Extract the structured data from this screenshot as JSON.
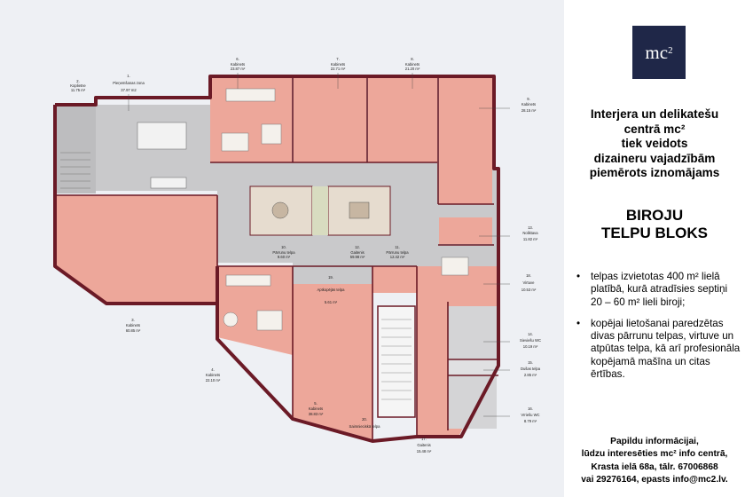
{
  "logo": {
    "text": "mc",
    "sup": "2"
  },
  "tagline": [
    "Interjera un delikatešu",
    "centrā mc²",
    "tiek veidots",
    "dizaineru vajadzībām",
    "piemērots iznomājams"
  ],
  "heading": [
    "BIROJU",
    "TELPU BLOKS"
  ],
  "bullets": [
    "telpas izvietotas 400 m² lielā platībā, kurā atradīsies septiņi 20 – 60 m² lieli biroji;",
    "kopējai lietošanai paredzētas divas pārrunu telpas, virtuve un atpūtas telpa, kā arī profesionāla kopējamā mašīna un citas ērtības."
  ],
  "footer": [
    "Papildu informācijai,",
    "lūdzu interesēties mc² info centrā,",
    "Krasta ielā 68a, tālr. 67006868",
    "vai 29276164, epasts info@mc2.lv."
  ],
  "rooms": [
    {
      "no": "1.",
      "name": "Pieņemšanas zona",
      "area": "37.97 m2"
    },
    {
      "no": "2.",
      "name": "Koplietne",
      "area": "11.75 m²"
    },
    {
      "no": "3.",
      "name": "Kabinets",
      "area": "60.85 m²"
    },
    {
      "no": "4.",
      "name": "Kabinets",
      "area": "22.10 m²"
    },
    {
      "no": "5.",
      "name": "Kabinets",
      "area": "38.83 m²"
    },
    {
      "no": "6.",
      "name": "Kabinets",
      "area": "23.87 m²"
    },
    {
      "no": "7.",
      "name": "Kabinets",
      "area": "22.71 m²"
    },
    {
      "no": "8.",
      "name": "Kabinets",
      "area": "21.20 m²"
    },
    {
      "no": "9.",
      "name": "Kabinets",
      "area": "28.15 m²"
    },
    {
      "no": "10.",
      "name": "Pārrunu telpa",
      "area": "9.60 m²"
    },
    {
      "no": "11.",
      "name": "Pārrunu telpa",
      "area": "12.42 m²"
    },
    {
      "no": "12.",
      "name": "Gaitenis",
      "area": "59.98 m²"
    },
    {
      "no": "13.",
      "name": "Noliktava",
      "area": "11.82 m²"
    },
    {
      "no": "14.",
      "name": "Sieviešu WC",
      "area": "10.19 m²"
    },
    {
      "no": "15.",
      "name": "Dušas telpa",
      "area": "2.85 m²"
    },
    {
      "no": "16.",
      "name": "Vīriešu WC",
      "area": "8.79 m²"
    },
    {
      "no": "17.",
      "name": "Gaitenis",
      "area": "15.48 m²"
    },
    {
      "no": "18.",
      "name": "Virtuve",
      "area": "10.53 m²"
    },
    {
      "no": "19.",
      "name": "Aptkopējās telpa",
      "area": "5.61 m²"
    },
    {
      "no": "20.",
      "name": "Saimnieciskā telpa",
      "area": ""
    }
  ],
  "colors": {
    "wall": "#6b1a26",
    "office": "#eda79a",
    "corridor": "#c9c9cb",
    "background": "#eef0f4",
    "logo": "#1f2748"
  }
}
